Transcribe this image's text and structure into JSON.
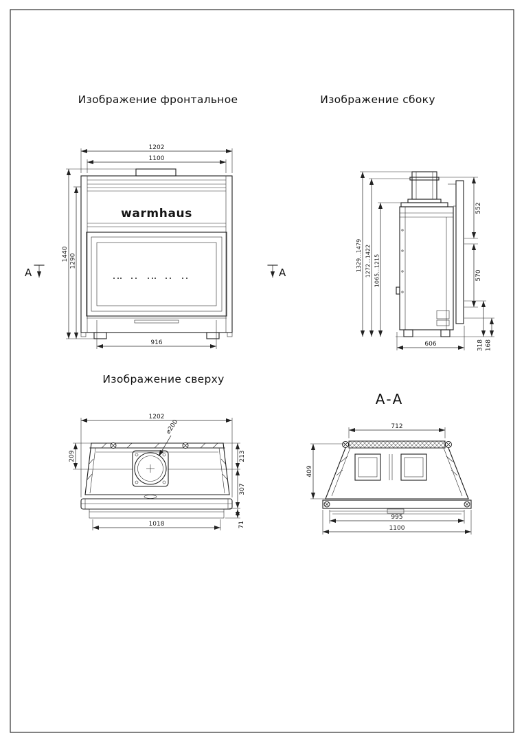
{
  "sheet": {
    "views": {
      "frontal": {
        "title": "Изображение фронтальное"
      },
      "side": {
        "title": "Изображение сбоку"
      },
      "top": {
        "title": "Изображение сверху"
      },
      "section": {
        "title": "А-А"
      }
    },
    "brand_logo": "warmhaus",
    "section_marker": "А"
  },
  "dims": {
    "frontal": {
      "overall_width": "1202",
      "body_width": "1100",
      "overall_height": "1440",
      "body_height": "1290",
      "glass_width": "916"
    },
    "side": {
      "overall_height_range": "1329...1479",
      "flue_height_range": "1272...1422",
      "body_height_range": "1065...1215",
      "upper_depth": "552",
      "glass_height": "570",
      "depth": "606",
      "lower_height_rear": "318",
      "lower_height_front": "168"
    },
    "top": {
      "overall_width": "1202",
      "flue_diameter": "⌀200",
      "flue_offset_left": "209",
      "right_offset_top": "213",
      "right_depth": "307",
      "front_width": "1018",
      "front_lip": "71"
    },
    "section": {
      "top_width": "712",
      "height": "409",
      "inner_width": "995",
      "outer_width": "1100"
    }
  }
}
